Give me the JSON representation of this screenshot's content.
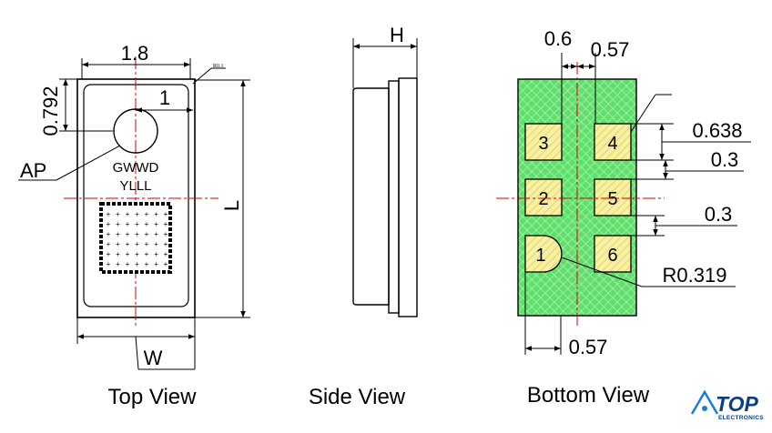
{
  "top_view": {
    "caption": "Top View",
    "marking_line1": "GWWD",
    "marking_line2": "YLLL",
    "dim_width": "1.8",
    "dim_corner": "R0.1",
    "dim_ap_offset": "0.792",
    "dim_ap_radius": "1",
    "label_ap": "AP",
    "label_length": "L",
    "label_width": "W"
  },
  "side_view": {
    "caption": "Side View",
    "label_height": "H"
  },
  "bottom_view": {
    "caption": "Bottom View",
    "dim_pad_to_center": "0.6",
    "dim_pad_column": "0.57",
    "dim_pad_height": "0.638",
    "dim_pad_gap_upper": "0.3",
    "dim_pad_gap_lower": "0.3",
    "dim_bottom": "0.57",
    "dim_radius": "R0.319",
    "pads": [
      {
        "label": "3"
      },
      {
        "label": "4"
      },
      {
        "label": "2"
      },
      {
        "label": "5"
      },
      {
        "label": "1"
      },
      {
        "label": "6"
      }
    ]
  },
  "logo": {
    "text": "TOP",
    "subtext": "ELECTRONICS"
  },
  "colors": {
    "line": "#000000",
    "centerline": "#d40000",
    "substrate": "#5ee06a",
    "pad": "#f7f0a8",
    "pad_hatch": "#d8c83a",
    "brand": "#0a3f86"
  }
}
